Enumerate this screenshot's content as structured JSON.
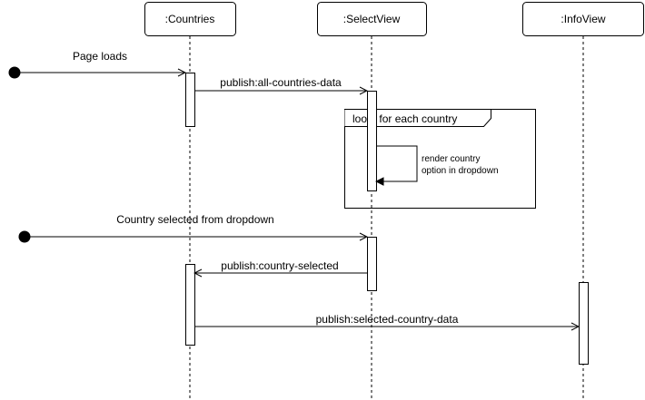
{
  "participants": {
    "countries": ":Countries",
    "selectview": ":SelectView",
    "infoview": ":InfoView"
  },
  "messages": {
    "page_loads": "Page loads",
    "all_countries": "publish:all-countries-data",
    "render_line1": "render country",
    "render_line2": "option in dropdown",
    "country_selected_dropdown": "Country selected from dropdown",
    "country_selected": "publish:country-selected",
    "selected_country_data": "publish:selected-country-data"
  },
  "fragment": {
    "loop_label": "loop: for each country"
  }
}
